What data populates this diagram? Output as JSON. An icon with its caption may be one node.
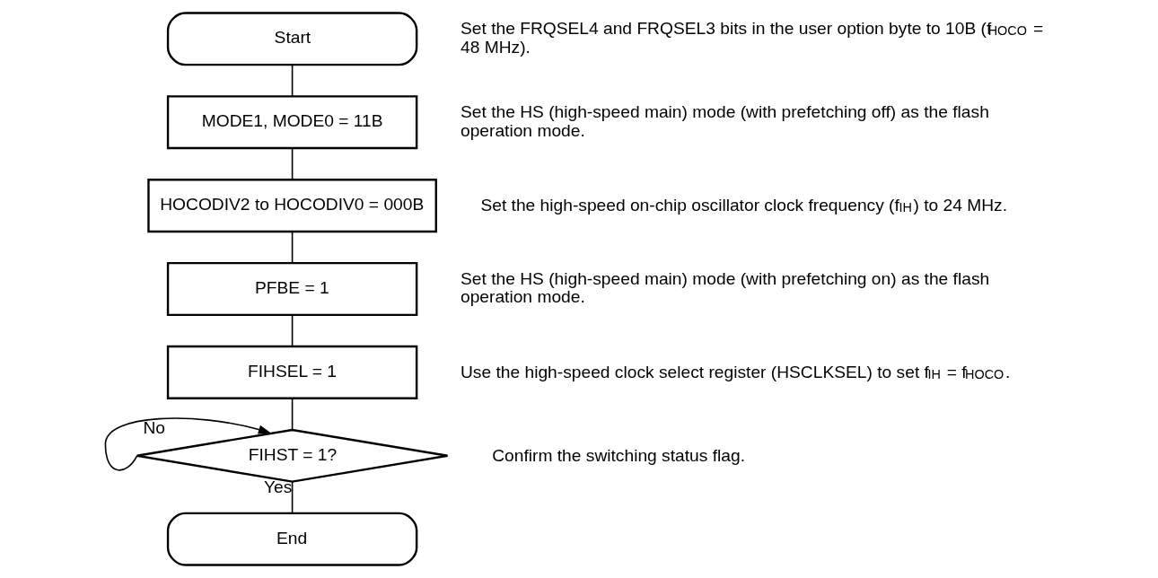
{
  "diagram": {
    "nodes": [
      {
        "text": [
          "Start"
        ],
        "beside": [
          "Set the FRQSEL4 and FRQSEL3 bits in the user option byte to 10B (f$_{HOCO}$ = 48 MHz)."
        ]
      },
      {
        "text": [
          "MODE1, MODE0 = 11B"
        ],
        "beside": [
          "Set the HS (high-speed main) mode (with prefetching off) as the flash operation mode."
        ]
      },
      {
        "text": [
          "HOCODIV2 to HOCODIV0 = 000B"
        ],
        "beside": [
          "Set the high-speed on-chip oscillator clock frequency (f$_{IH}$) to 24 MHz."
        ]
      },
      {
        "text": [
          "PFBE = 1"
        ],
        "beside": [
          "Set the HS (high-speed main) mode (with prefetching on) as the flash operation mode."
        ]
      },
      {
        "text": [
          "FIHSEL = 1"
        ],
        "beside": [
          "Use the high-speed clock select register (HSCLKSEL) to set f$_{IH}$ = f$_{HOCO}$."
        ]
      },
      {
        "text": [
          "FIHST = 1?"
        ],
        "beside": [
          "Confirm the switching status flag."
        ]
      },
      {
        "text": [
          "End"
        ]
      }
    ],
    "edges": [
      {
        "from": 0,
        "to": 1,
        "arrow": "none"
      },
      {
        "from": 1,
        "to": 2,
        "arrow": "none"
      },
      {
        "from": 2,
        "to": 3,
        "arrow": "none"
      },
      {
        "from": 3,
        "to": 4,
        "arrow": "none"
      },
      {
        "from": 4,
        "to": 5,
        "arrow": "none"
      },
      {
        "from": 5,
        "to": 5,
        "arrow": "to",
        "label": "No"
      },
      {
        "from": 5,
        "to": 6,
        "arrow": "none",
        "label": "Yes"
      }
    ]
  }
}
